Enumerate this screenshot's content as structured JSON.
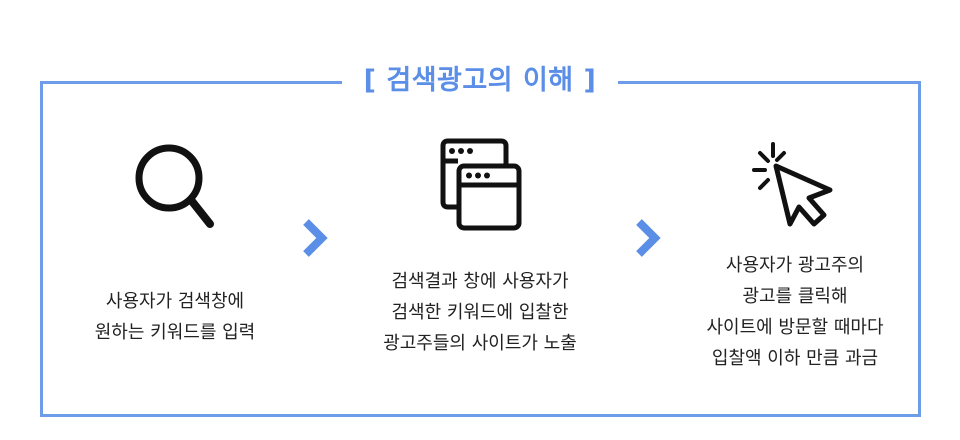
{
  "title": "[ 검색광고의 이해 ]",
  "accent_color": "#5b8ee6",
  "border_color": "#6d9ce8",
  "steps": [
    {
      "icon": "search-icon",
      "lines": [
        "사용자가 검색창에",
        "원하는 키워드를 입력"
      ]
    },
    {
      "icon": "browser-windows-icon",
      "lines": [
        "검색결과 창에 사용자가",
        "검색한 키워드에 입찰한",
        "광고주들의 사이트가 노출"
      ]
    },
    {
      "icon": "cursor-click-icon",
      "lines": [
        "사용자가 광고주의",
        "광고를 클릭해",
        "사이트에 방문할 때마다",
        "입찰액 이하 만큼 과금"
      ]
    }
  ],
  "arrows": [
    "chevron-right-icon",
    "chevron-right-icon"
  ]
}
